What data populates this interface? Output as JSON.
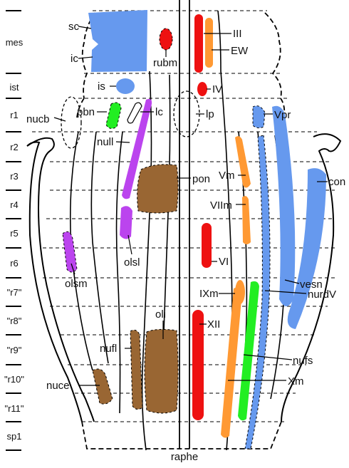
{
  "segments": [
    "mes",
    "ist",
    "r1",
    "r2",
    "r3",
    "r4",
    "r5",
    "r6",
    "\"r7\"",
    "\"r8\"",
    "\"r9\"",
    "\"r10\"",
    "\"r11\"",
    "sp1"
  ],
  "labels": {
    "sc": "sc",
    "ic": "ic",
    "rubm": "rubm",
    "III": "III",
    "EW": "EW",
    "is": "is",
    "IV": "IV",
    "nucb": "nucb",
    "pbn": "pbn",
    "lc": "lc",
    "lp": "lp",
    "Vpr": "Vpr",
    "null": "null",
    "pon": "pon",
    "Vm": "Vm",
    "con": "con",
    "VIIm": "VIIm",
    "olsl": "olsl",
    "VI": "VI",
    "olsm": "olsm",
    "vesn": "vesn",
    "IXm": "IXm",
    "nurdV": "nurdV",
    "oli": "oli",
    "XII": "XII",
    "nufl": "nufl",
    "nufs": "nufs",
    "nuce": "nuce",
    "Xm": "Xm",
    "raphe": "raphe"
  },
  "colors": {
    "blue": "#6699ee",
    "red": "#ee1111",
    "orange": "#ff9933",
    "green": "#22ee22",
    "purple": "#bb44ee",
    "brown": "#996633"
  }
}
